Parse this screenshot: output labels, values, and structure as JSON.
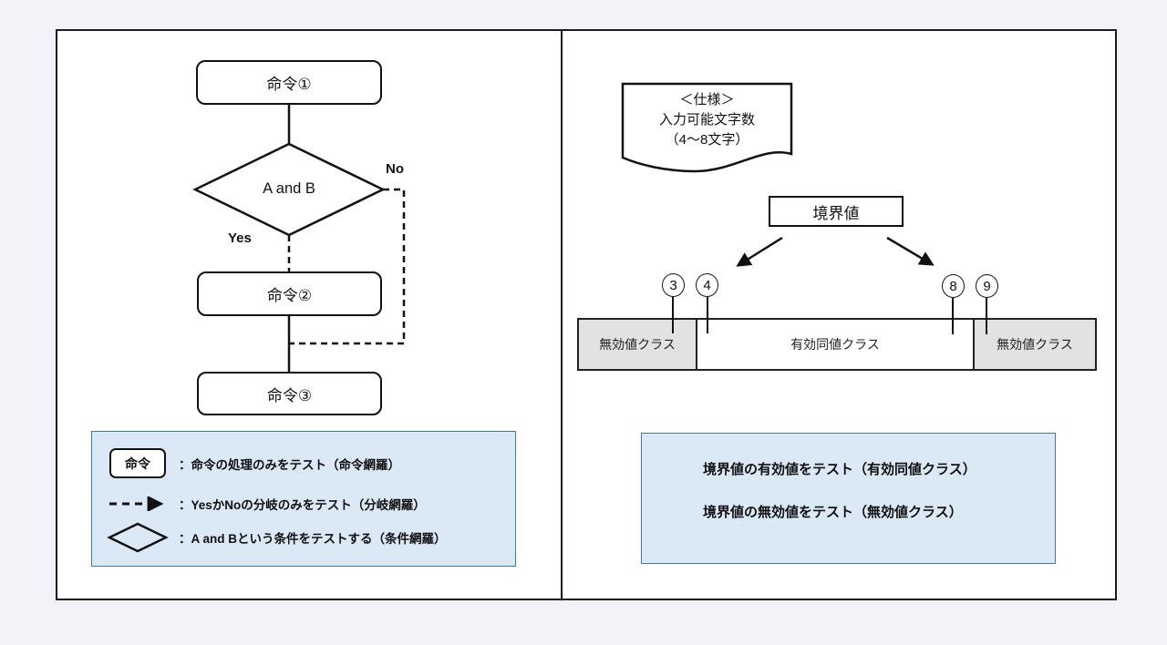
{
  "left_panel": {
    "flowchart": {
      "box1": "命令①",
      "decision": "A and B",
      "no_label": "No",
      "yes_label": "Yes",
      "box2": "命令②",
      "box3": "命令③"
    },
    "legend": {
      "item1_symbol": "命令",
      "item1_text": "：命令の処理のみをテスト（命令網羅）",
      "item2_text": "：YesかNoの分岐のみをテスト（分岐網羅）",
      "item3_text": "：A and Bという条件をテストする（条件網羅）"
    }
  },
  "right_panel": {
    "spec_note": {
      "line1": "＜仕様＞",
      "line2": "入力可能文字数",
      "line3": "（4～8文字）"
    },
    "boundary_box": "境界値",
    "markers": [
      "3",
      "4",
      "8",
      "9"
    ],
    "bar": {
      "left": "無効値クラス",
      "middle": "有効同値クラス",
      "right": "無効値クラス"
    },
    "legend": {
      "line1": "境界値の有効値をテスト（有効同値クラス）",
      "line2": "境界値の無効値をテスト（無効値クラス）"
    }
  },
  "colors": {
    "page_background": "#f1f3f8",
    "panel_border": "#1a1a1a",
    "legend_fill": "#dbe9f6",
    "legend_border": "#4079a6",
    "invalid_class_fill": "#e2e2e2",
    "line_color": "#111111"
  }
}
